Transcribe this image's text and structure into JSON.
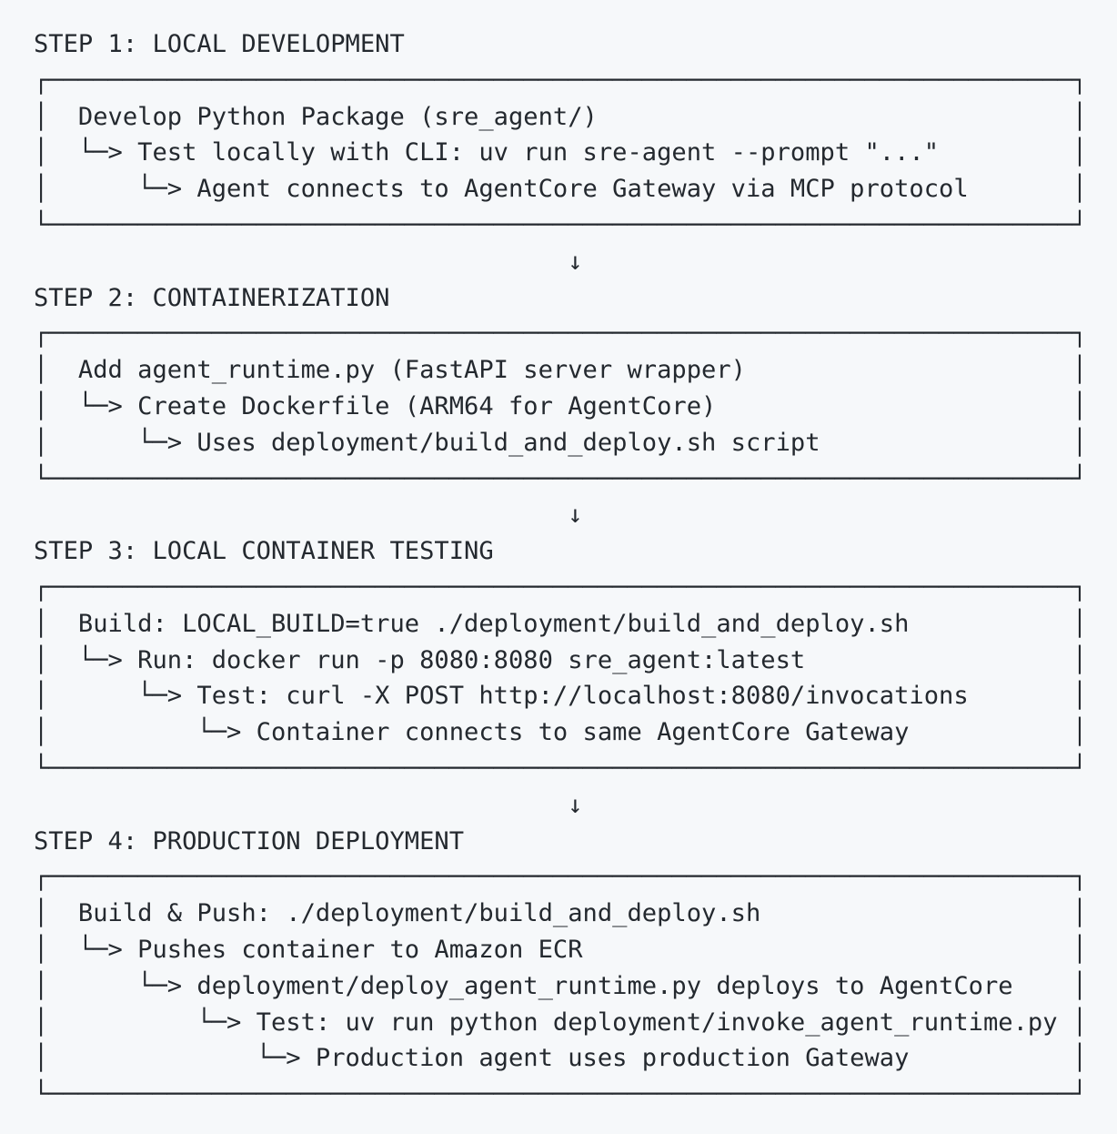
{
  "page": {
    "background_color": "#f6f8fa",
    "text_color": "#24292f"
  },
  "box_style": {
    "width_chars": 71,
    "h": "─",
    "v": "│",
    "tl": "┌",
    "tr": "┐",
    "bl": "└",
    "br": "┘",
    "connector": "└─> "
  },
  "flow_arrow": {
    "glyph": "↓",
    "column": 36
  },
  "steps": [
    {
      "title": "STEP 1: LOCAL DEVELOPMENT",
      "lines": [
        {
          "col": 3,
          "arrow": false,
          "text": "Develop Python Package (sre_agent/)"
        },
        {
          "col": 3,
          "arrow": true,
          "text": "Test locally with CLI: uv run sre-agent --prompt \"...\""
        },
        {
          "col": 7,
          "arrow": true,
          "text": "Agent connects to AgentCore Gateway via MCP protocol"
        }
      ]
    },
    {
      "title": "STEP 2: CONTAINERIZATION",
      "lines": [
        {
          "col": 3,
          "arrow": false,
          "text": "Add agent_runtime.py (FastAPI server wrapper)"
        },
        {
          "col": 3,
          "arrow": true,
          "text": "Create Dockerfile (ARM64 for AgentCore)"
        },
        {
          "col": 7,
          "arrow": true,
          "text": "Uses deployment/build_and_deploy.sh script"
        }
      ]
    },
    {
      "title": "STEP 3: LOCAL CONTAINER TESTING",
      "lines": [
        {
          "col": 3,
          "arrow": false,
          "text": "Build: LOCAL_BUILD=true ./deployment/build_and_deploy.sh"
        },
        {
          "col": 3,
          "arrow": true,
          "text": "Run: docker run -p 8080:8080 sre_agent:latest"
        },
        {
          "col": 7,
          "arrow": true,
          "text": "Test: curl -X POST http://localhost:8080/invocations"
        },
        {
          "col": 11,
          "arrow": true,
          "text": "Container connects to same AgentCore Gateway"
        }
      ]
    },
    {
      "title": "STEP 4: PRODUCTION DEPLOYMENT",
      "lines": [
        {
          "col": 3,
          "arrow": false,
          "text": "Build & Push: ./deployment/build_and_deploy.sh"
        },
        {
          "col": 3,
          "arrow": true,
          "text": "Pushes container to Amazon ECR"
        },
        {
          "col": 7,
          "arrow": true,
          "text": "deployment/deploy_agent_runtime.py deploys to AgentCore"
        },
        {
          "col": 11,
          "arrow": true,
          "text": "Test: uv run python deployment/invoke_agent_runtime.py"
        },
        {
          "col": 15,
          "arrow": true,
          "text": "Production agent uses production Gateway"
        }
      ]
    }
  ]
}
